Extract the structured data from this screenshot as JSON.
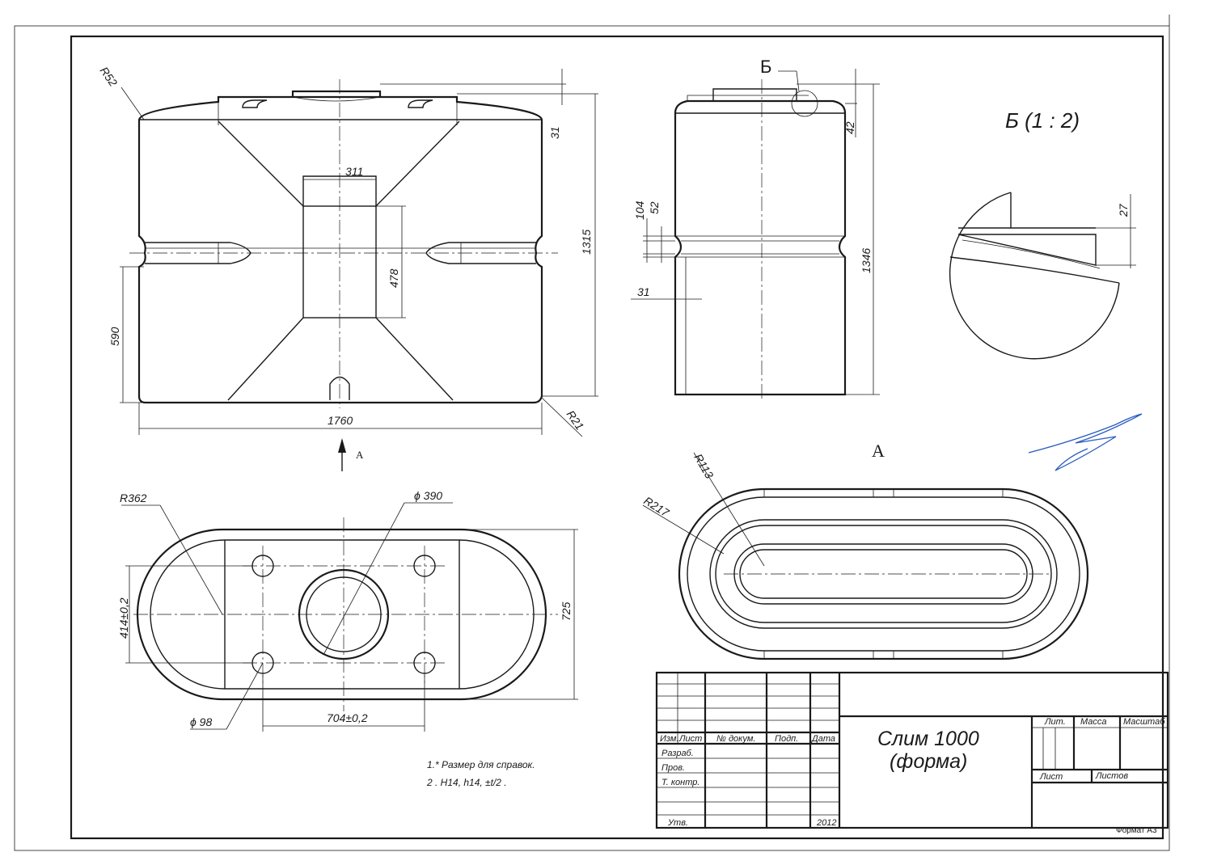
{
  "dims": {
    "front": {
      "r_top": "R52",
      "d31": "31",
      "d311": "311",
      "d1315": "1315",
      "d478": "478",
      "d590": "590",
      "d1760": "1760",
      "r_bottom": "R21"
    },
    "side": {
      "mark_b": "Б",
      "d42": "42",
      "d104": "104",
      "d52": "52",
      "d31": "31",
      "d1346": "1346"
    },
    "detail": {
      "title": "Б  (1 : 2)",
      "d27": "27"
    },
    "bottom_view": {
      "r362": "R362",
      "phi390": "ϕ 390",
      "d414": "414±0,2",
      "d725": "725",
      "phi98": "ϕ 98",
      "d704": "704±0,2"
    },
    "top_view": {
      "label": "A",
      "r113": "R113",
      "r217": "R217"
    },
    "arrow_label": "A"
  },
  "notes": [
    "1.* Размер для справок.",
    "2 . H14, h14, ±t/2 ."
  ],
  "title_block": {
    "name_line1": "Слим 1000",
    "name_line2": "(форма)",
    "col_headers": [
      "Изм.",
      "Лист",
      "№ докум.",
      "Подп.",
      "Дата"
    ],
    "rows": [
      "Разраб.",
      "Пров.",
      "Т. контр.",
      "Утв."
    ],
    "year": "2012",
    "lit": "Лит.",
    "mass": "Масса",
    "scale": "Масштаб",
    "sheet": "Лист",
    "sheets": "Листов"
  },
  "format": "Формат А3"
}
